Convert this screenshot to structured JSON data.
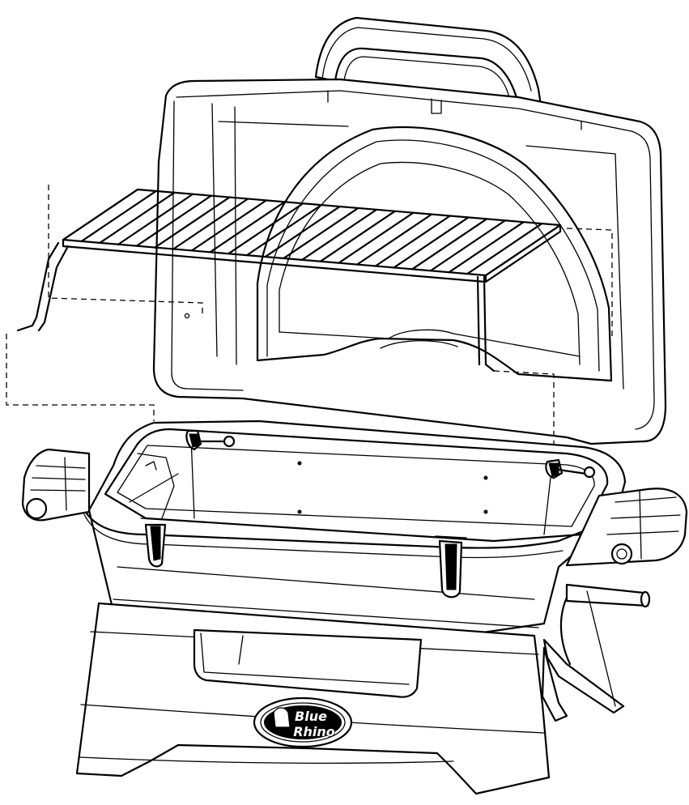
{
  "illustration": {
    "subject": "portable-gas-grill",
    "colors": {
      "line": "#000000",
      "background": "#ffffff"
    },
    "logo": {
      "line1": "Blue",
      "line2": "Rhino"
    }
  }
}
